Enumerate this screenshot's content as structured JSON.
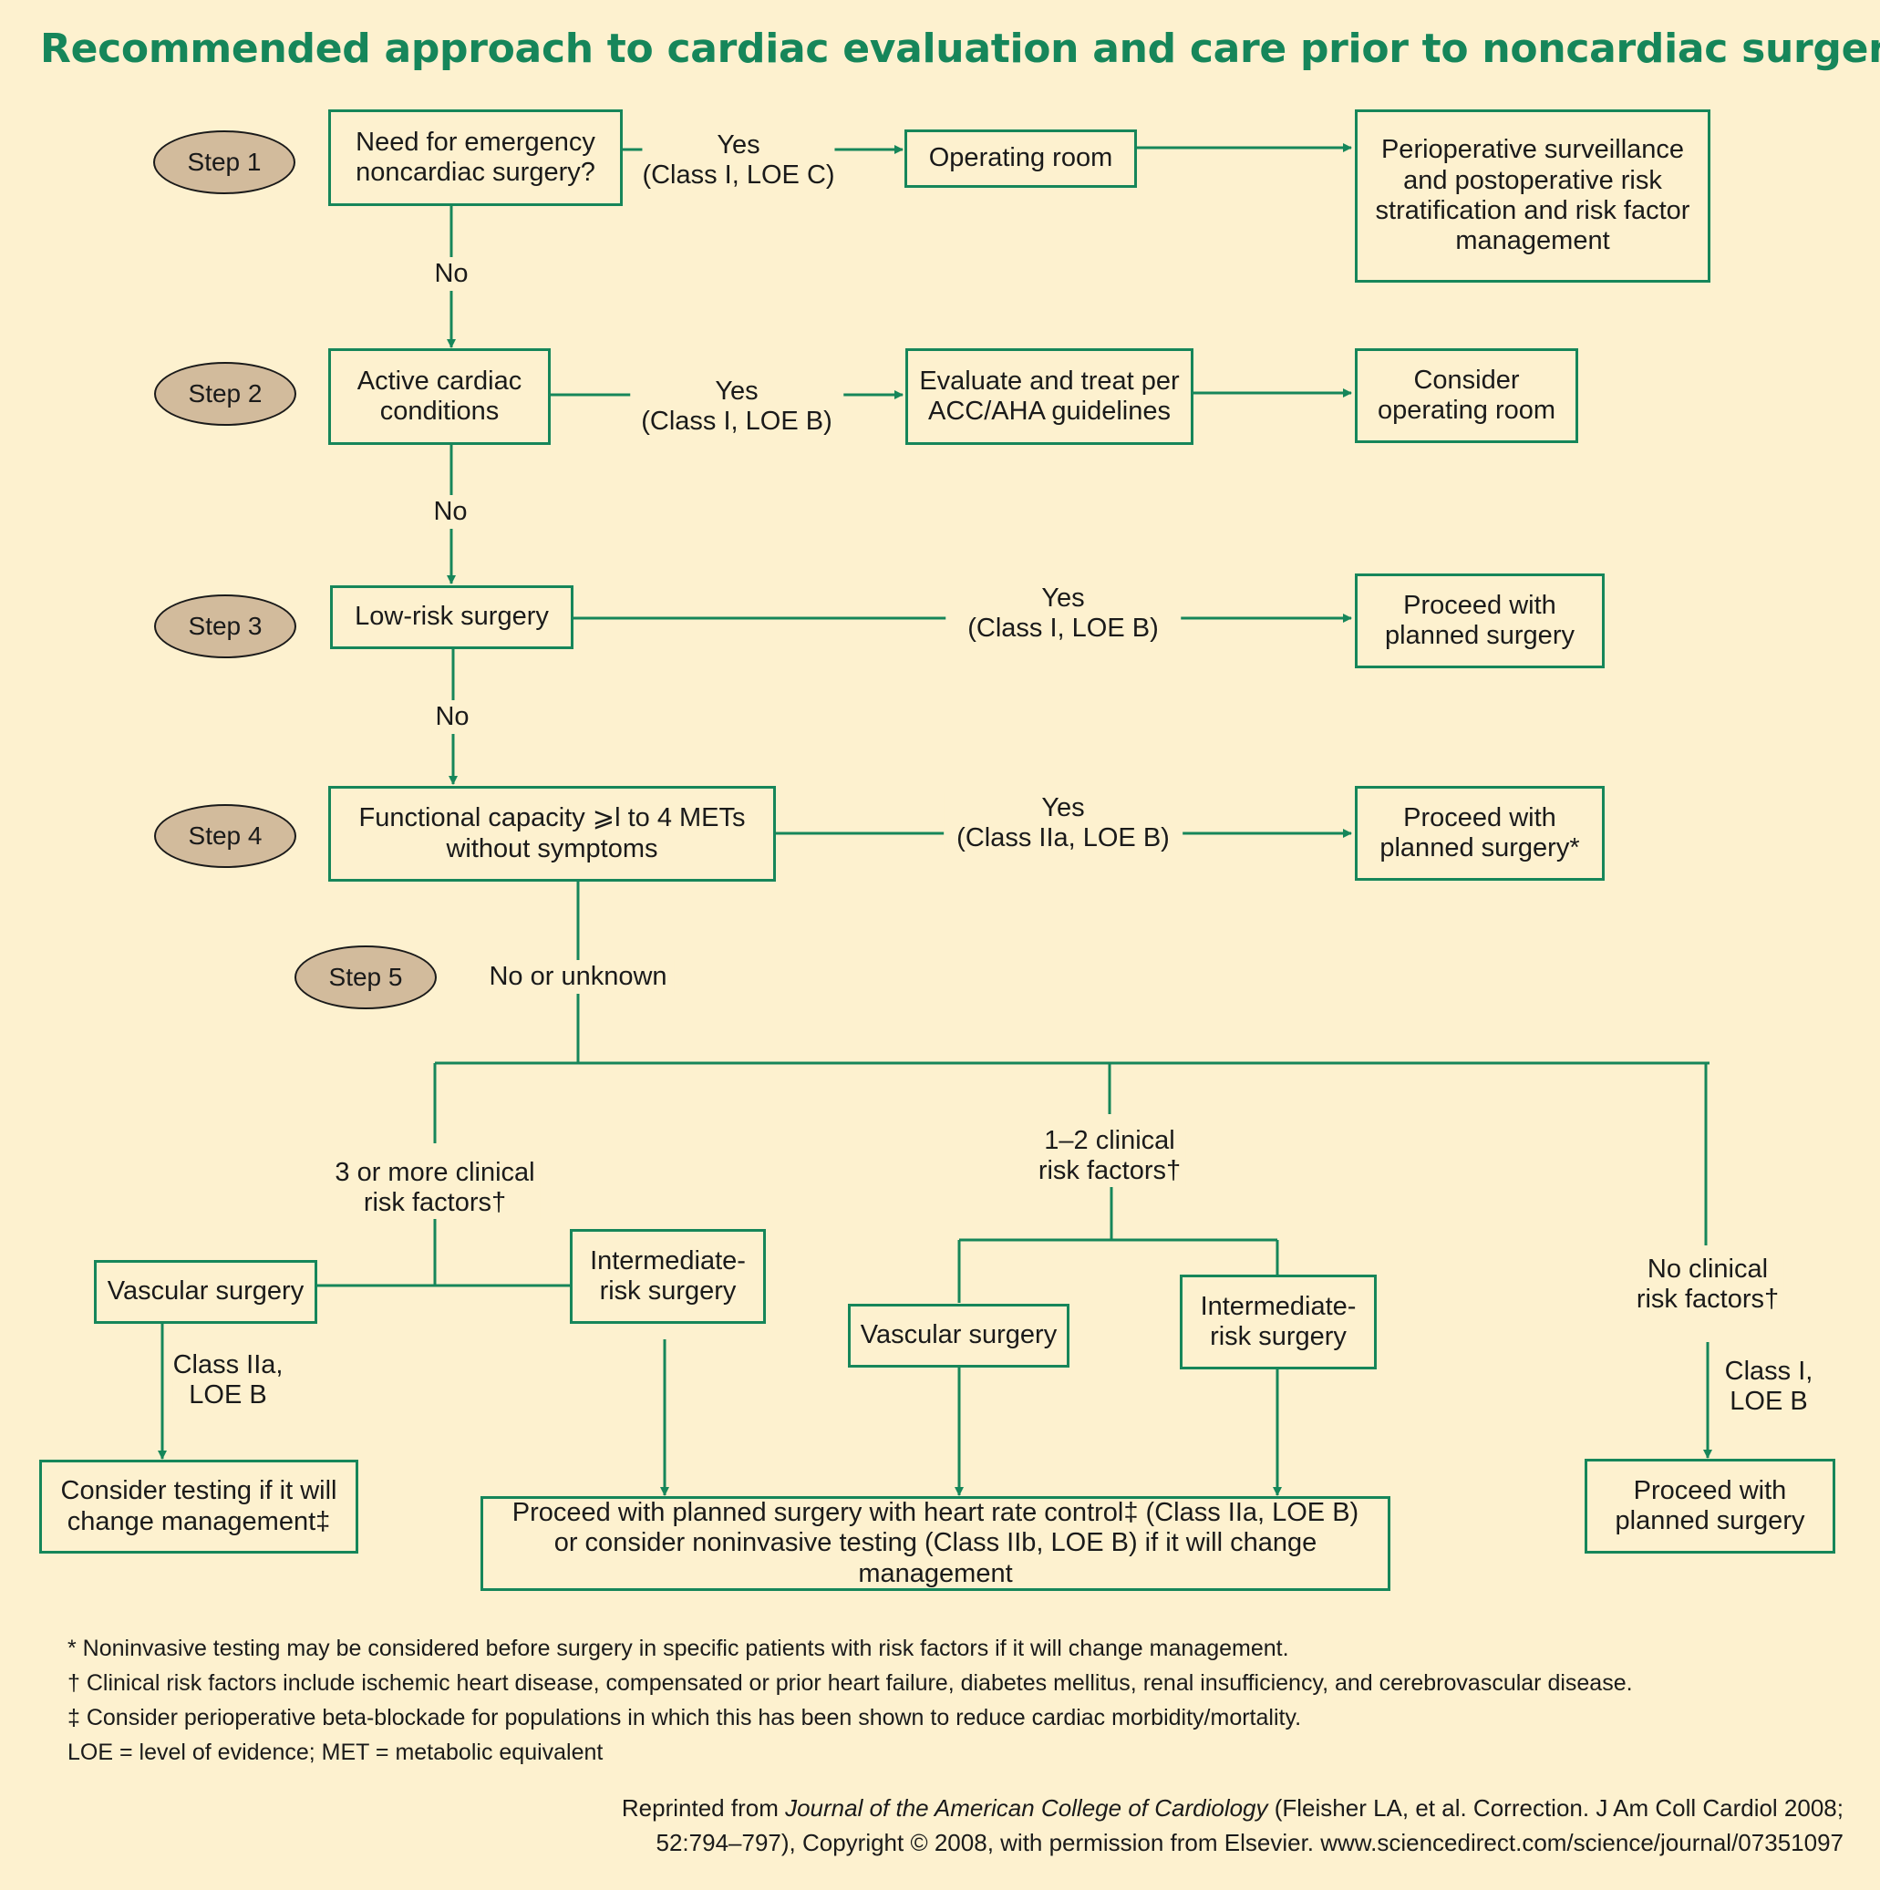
{
  "title": "Recommended approach to cardiac evaluation and care prior to noncardiac surgery",
  "steps": [
    "Step 1",
    "Step 2",
    "Step 3",
    "Step 4",
    "Step 5"
  ],
  "boxes": {
    "emergency": "Need for emergency noncardiac surgery?",
    "operating_room": "Operating room",
    "perioperative": "Perioperative surveillance and postoperative risk stratification and risk factor management",
    "active_cardiac": "Active cardiac conditions",
    "evaluate_treat": "Evaluate and treat per ACC/AHA guidelines",
    "consider_or": "Consider operating room",
    "low_risk": "Low-risk surgery",
    "proceed_3": "Proceed with planned surgery",
    "functional": "Functional capacity ⩾l to 4 METs without symptoms",
    "proceed_4": "Proceed with planned surgery*",
    "vascular_a": "Vascular surgery",
    "intermediate_a": "Intermediate-risk surgery",
    "vascular_b": "Vascular surgery",
    "intermediate_b": "Intermediate-risk surgery",
    "consider_testing": "Consider testing if it will change management‡",
    "heart_rate": "Proceed with planned surgery with heart rate control‡ (Class IIa, LOE B) or consider noninvasive testing (Class IIb, LOE B) if it will change management",
    "proceed_5": "Proceed with planned surgery"
  },
  "labels": {
    "yes1_a": "Yes",
    "yes1_b": "(Class I, LOE C)",
    "yes2_a": "Yes",
    "yes2_b": "(Class I, LOE B)",
    "yes3_a": "Yes",
    "yes3_b": "(Class I, LOE B)",
    "yes4_a": "Yes",
    "yes4_b": "(Class IIa, LOE B)",
    "no1": "No",
    "no2": "No",
    "no3": "No",
    "no_unknown": "No or unknown",
    "three_a": "3 or more clinical",
    "three_b": "risk factors†",
    "one_two_a": "1–2 clinical",
    "one_two_b": "risk factors†",
    "none_a": "No clinical",
    "none_b": "risk factors†",
    "class_iia_a": "Class IIa,",
    "class_iia_b": "LOE B",
    "class_i_a": "Class I,",
    "class_i_b": "LOE B"
  },
  "footnotes": [
    "* Noninvasive testing may be considered before surgery in specific patients with risk factors if it will change management.",
    "† Clinical risk factors include ischemic heart disease, compensated or prior heart failure, diabetes mellitus, renal insufficiency, and cerebrovascular disease.",
    "‡ Consider perioperative beta-blockade for populations in which this has been shown to reduce cardiac morbidity/mortality.",
    "LOE = level of evidence; MET = metabolic equivalent"
  ],
  "credit": {
    "pre": "Reprinted from ",
    "journal": "Journal of the American College of Cardiology",
    "post": " (Fleisher LA, et al. Correction. J Am Coll Cardiol 2008;",
    "line2": "52:794–797), Copyright © 2008, with permission from Elsevier. www.sciencedirect.com/science/journal/07351097"
  },
  "colors": {
    "line": "#16865a",
    "background": "#fdf1cf",
    "step_fill": "#d2bb9c"
  }
}
